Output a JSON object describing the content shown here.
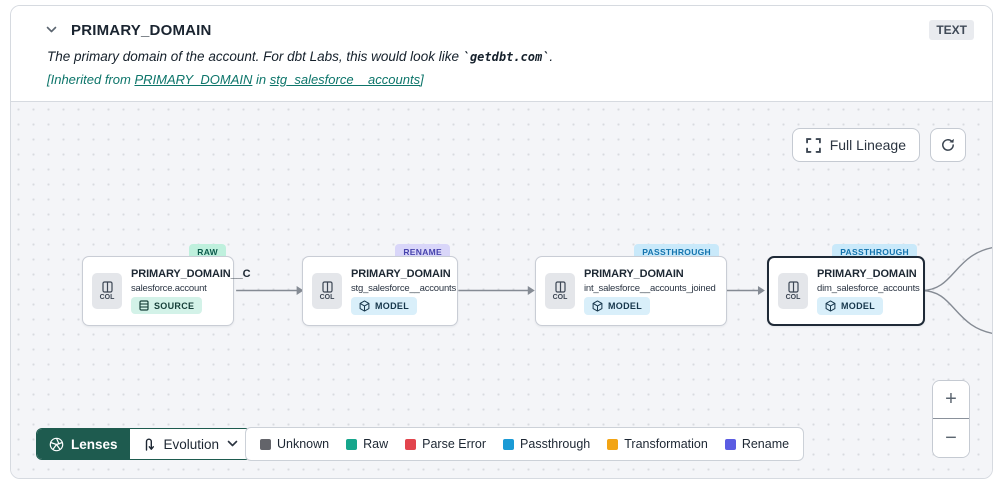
{
  "header": {
    "title": "PRIMARY_DOMAIN",
    "type_badge": "TEXT",
    "description_prefix": "The primary domain of the account. For dbt Labs, this would look like ",
    "description_code": "`getdbt.com`",
    "description_suffix": ".",
    "inherited_prefix": "[Inherited from ",
    "inherited_link_column": "PRIMARY_DOMAIN",
    "inherited_middle": " in ",
    "inherited_link_model": "stg_salesforce__accounts",
    "inherited_suffix": "]"
  },
  "canvas": {
    "full_lineage_label": "Full Lineage",
    "nodes": [
      {
        "title": "PRIMARY_DOMAIN__C",
        "subtitle": "salesforce.account",
        "type": "SOURCE",
        "badge": "RAW",
        "col_label": "COL"
      },
      {
        "title": "PRIMARY_DOMAIN",
        "subtitle": "stg_salesforce__accounts",
        "type": "MODEL",
        "badge": "RENAME",
        "col_label": "COL"
      },
      {
        "title": "PRIMARY_DOMAIN",
        "subtitle": "int_salesforce__accounts_joined",
        "type": "MODEL",
        "badge": "PASSTHROUGH",
        "col_label": "COL"
      },
      {
        "title": "PRIMARY_DOMAIN",
        "subtitle": "dim_salesforce_accounts",
        "type": "MODEL",
        "badge": "PASSTHROUGH",
        "col_label": "COL"
      }
    ]
  },
  "toolbar": {
    "lenses_label": "Lenses",
    "evolution_label": "Evolution"
  },
  "legend": {
    "items": [
      {
        "label": "Unknown",
        "color": "#63646a"
      },
      {
        "label": "Raw",
        "color": "#16a68c"
      },
      {
        "label": "Parse Error",
        "color": "#e2444d"
      },
      {
        "label": "Passthrough",
        "color": "#1a9ad5"
      },
      {
        "label": "Transformation",
        "color": "#f2a414"
      },
      {
        "label": "Rename",
        "color": "#5b5ce2"
      }
    ]
  },
  "zoom_controls": {
    "zoom_in": "+",
    "zoom_out": "−"
  }
}
